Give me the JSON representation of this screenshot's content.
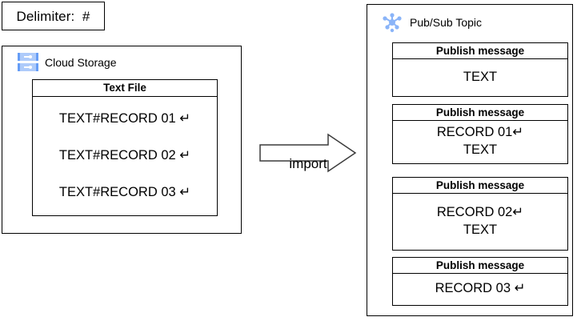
{
  "diagram": {
    "delimiter_note": {
      "label": "Delimiter:  #"
    },
    "source": {
      "group_label": "Cloud Storage",
      "icon": "cloud-storage-icon",
      "icon_color": "#aecbfa",
      "file": {
        "title": "Text File",
        "lines": [
          "TEXT#RECORD 01 ↵",
          "TEXT#RECORD 02 ↵",
          "TEXT#RECORD 03 ↵"
        ]
      }
    },
    "arrow": {
      "label": "import",
      "icon": "right-block-arrow-icon",
      "direction": "right"
    },
    "destination": {
      "group_label": "Pub/Sub Topic",
      "icon": "pubsub-topic-icon",
      "icon_color": "#8ab4f8",
      "messages": [
        {
          "title": "Publish message",
          "lines": [
            "TEXT",
            ""
          ]
        },
        {
          "title": "Publish message",
          "lines": [
            "RECORD 01↵",
            "TEXT"
          ]
        },
        {
          "title": "Publish message",
          "lines": [
            "RECORD 02↵",
            "TEXT"
          ]
        },
        {
          "title": "Publish message",
          "lines": [
            "RECORD 03 ↵",
            ""
          ]
        }
      ]
    },
    "colors": {
      "stroke": "#000000",
      "background": "#ffffff",
      "google_blue": "#669df6",
      "google_blue_light": "#aecbfa"
    }
  }
}
